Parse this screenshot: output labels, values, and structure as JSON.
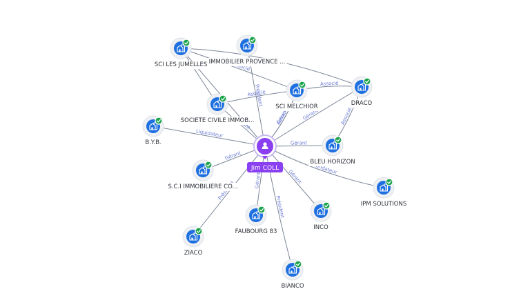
{
  "center": {
    "label": "Jim COLL",
    "icon": "person-icon",
    "color": "#8a3ff0"
  },
  "colors": {
    "company": "#1e6fe0",
    "verified": "#1aa34a",
    "edge_label": "#6b7bd4"
  },
  "nodes": [
    {
      "id": "sci-les-jumelles",
      "label": "SCI LES JUMELLES",
      "icon": "building-icon",
      "verified": true
    },
    {
      "id": "immobilier-provence",
      "label": "IMMOBILIER PROVENCE ...",
      "icon": "building-icon",
      "verified": true
    },
    {
      "id": "sci-melchior",
      "label": "SCI MELCHIOR",
      "icon": "building-icon",
      "verified": true
    },
    {
      "id": "draco",
      "label": "DRACO",
      "icon": "building-icon",
      "verified": true
    },
    {
      "id": "societe-civile",
      "label": "SOCIETE CIVILE IMMOB...",
      "icon": "building-icon",
      "verified": true
    },
    {
      "id": "byb",
      "label": "B.Y.B.",
      "icon": "building-icon",
      "verified": true
    },
    {
      "id": "bleu-horizon",
      "label": "BLEU HORIZON",
      "icon": "building-icon",
      "verified": true
    },
    {
      "id": "sci-immobiliere",
      "label": "S.C.I IMMOBILIERE CO...",
      "icon": "building-icon",
      "verified": true
    },
    {
      "id": "ipm-solutions",
      "label": "IPM SOLUTIONS",
      "icon": "building-icon",
      "verified": true
    },
    {
      "id": "inco",
      "label": "INCO",
      "icon": "building-icon",
      "verified": true
    },
    {
      "id": "faubourg-83",
      "label": "FAUBOURG 83",
      "icon": "building-icon",
      "verified": true
    },
    {
      "id": "ziaco",
      "label": "ZIACO",
      "icon": "building-icon",
      "verified": true
    },
    {
      "id": "bianco",
      "label": "BIANCO",
      "icon": "building-icon",
      "verified": true
    }
  ],
  "edges": [
    {
      "from": "center",
      "to": "sci-les-jumelles",
      "label": ""
    },
    {
      "from": "center",
      "to": "immobilier-provence",
      "label": "Président"
    },
    {
      "from": "center",
      "to": "sci-melchior",
      "label": "Gérant"
    },
    {
      "from": "center",
      "to": "draco",
      "label": "Gérant"
    },
    {
      "from": "center",
      "to": "societe-civile",
      "label": "Gérant"
    },
    {
      "from": "center",
      "to": "byb",
      "label": "Liquidateur"
    },
    {
      "from": "center",
      "to": "bleu-horizon",
      "label": "Gérant"
    },
    {
      "from": "center",
      "to": "sci-immobiliere",
      "label": "Gérant"
    },
    {
      "from": "center",
      "to": "ipm-solutions",
      "label": "Fondateur"
    },
    {
      "from": "center",
      "to": "inco",
      "label": "Gérant"
    },
    {
      "from": "center",
      "to": "faubourg-83",
      "label": "Gérant"
    },
    {
      "from": "center",
      "to": "ziaco",
      "label": "Président"
    },
    {
      "from": "center",
      "to": "bianco",
      "label": "Président"
    },
    {
      "from": "sci-les-jumelles",
      "to": "sci-melchior",
      "label": "Associé"
    },
    {
      "from": "sci-les-jumelles",
      "to": "draco",
      "label": ""
    },
    {
      "from": "sci-les-jumelles",
      "to": "societe-civile",
      "label": ""
    },
    {
      "from": "draco",
      "to": "sci-melchior",
      "label": "Associé"
    },
    {
      "from": "draco",
      "to": "bleu-horizon",
      "label": "Associé"
    },
    {
      "from": "societe-civile",
      "to": "sci-melchior",
      "label": "Associé"
    },
    {
      "from": "center",
      "to": "sci-melchior",
      "label": "Associé"
    }
  ]
}
